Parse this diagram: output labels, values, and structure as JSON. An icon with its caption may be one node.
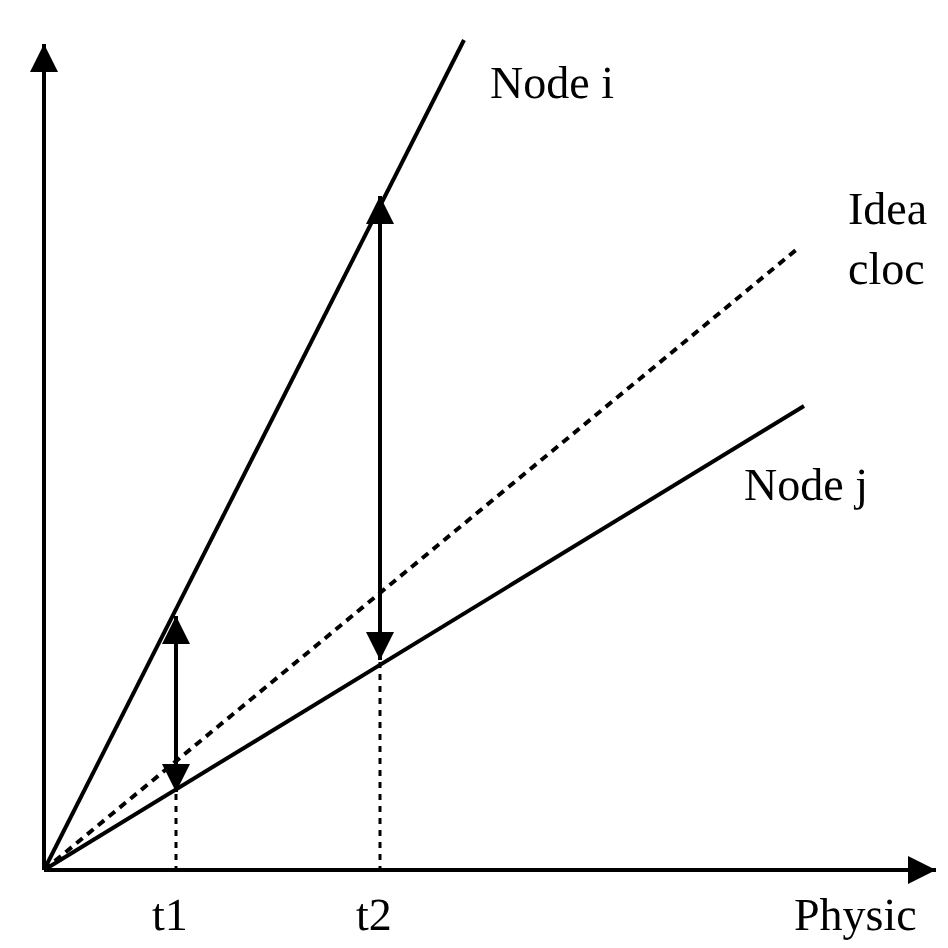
{
  "diagram": {
    "labels": [
      "Node i",
      "Idea cloc",
      "Node j",
      "t1",
      "t2",
      "Physic"
    ]
  }
}
